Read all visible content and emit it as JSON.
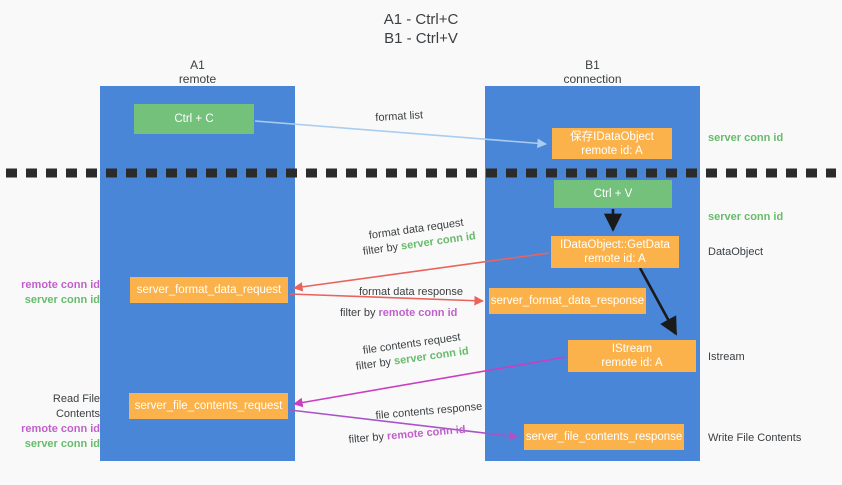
{
  "title": "A1 - Ctrl+C\nB1 - Ctrl+V",
  "columns": {
    "a1": {
      "header": "A1\nremote"
    },
    "b1": {
      "header": "B1\nconnection"
    }
  },
  "boxes": {
    "ctrl_c": "Ctrl + C",
    "save_idataobject": "保存IDataObject\nremote id: A",
    "ctrl_v": "Ctrl + V",
    "getdata": "IDataObject::GetData\nremote id: A",
    "istream": "IStream\nremote id: A",
    "server_format_data_request": "server_format_data_request",
    "server_format_data_response": "server_format_data_response",
    "server_file_contents_request": "server_file_contents_request",
    "server_file_contents_response": "server_file_contents_response"
  },
  "right_annotations": {
    "server_conn_id_top": "server conn id",
    "server_conn_id_mid": "server conn id",
    "data_object": "DataObject",
    "istream": "Istream",
    "write_file_contents": "Write File Contents"
  },
  "left_annotations": {
    "format_remote": "remote conn id",
    "format_server": "server conn id",
    "read_file_contents": "Read File Contents",
    "file_remote": "remote conn id",
    "file_server": "server conn id"
  },
  "edge_labels": {
    "format_list": "format list",
    "format_data_request": "format data request",
    "format_data_request_filter_prefix": "filter by ",
    "format_data_request_filter_value": "server conn id",
    "format_data_response": "format data response",
    "format_data_response_filter_prefix": "filter by ",
    "format_data_response_filter_value": "remote conn id",
    "file_contents_request": "file contents request",
    "file_contents_request_filter_prefix": "filter by ",
    "file_contents_request_filter_value": "server conn id",
    "file_contents_response": "file contents response",
    "file_contents_response_filter_prefix": "filter by ",
    "file_contents_response_filter_value": "remote conn id"
  },
  "colors": {
    "lane_blue": "#4a86d8",
    "box_green": "#74c17c",
    "box_orange": "#fcb24a",
    "server_conn_green": "#68bb6c",
    "remote_conn_purple": "#c061cb",
    "arrow_lightblue": "#a8cdf0",
    "arrow_red": "#e8645c",
    "arrow_magenta": "#c93fc0",
    "arrow_purple": "#a855c8",
    "arrow_black": "#1a1a1a",
    "divider_black": "#2b2b2b",
    "background": "#f9f9f9"
  }
}
